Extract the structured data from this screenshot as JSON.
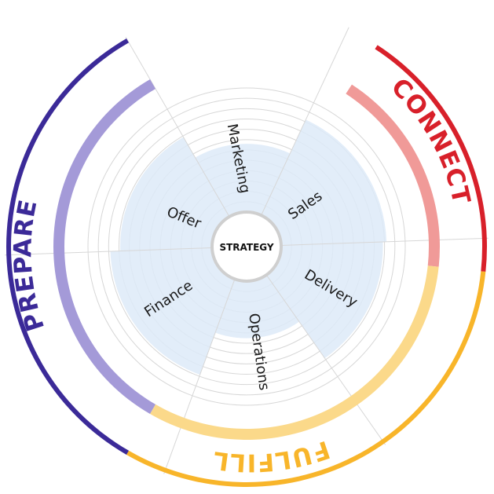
{
  "center": {
    "label": "STRATEGY"
  },
  "phases": [
    {
      "name": "CONNECT",
      "color": "#d8202a",
      "inner_color": "#f09a98",
      "start": 33,
      "end": 96
    },
    {
      "name": "FULFILL",
      "color": "#f8b52a",
      "inner_color": "#fbd98a",
      "start": 96,
      "end": 210
    },
    {
      "name": "PREPARE",
      "color": "#3b2a98",
      "inner_color": "#a49ad8",
      "start": 210,
      "end": 330
    }
  ],
  "segments": [
    {
      "name": "Marketing",
      "start": -30,
      "end": 25,
      "level": 0.55
    },
    {
      "name": "Sales",
      "start": 25,
      "end": 88,
      "level": 0.85
    },
    {
      "name": "Delivery",
      "start": 88,
      "end": 145,
      "level": 0.82
    },
    {
      "name": "Operations",
      "start": 145,
      "end": 200,
      "level": 0.46
    },
    {
      "name": "Finance",
      "start": 200,
      "end": 268,
      "level": 0.82
    },
    {
      "name": "Offer",
      "start": 268,
      "end": 330,
      "level": 0.74
    }
  ],
  "colors": {
    "fill": "#ddeaf8",
    "grid": "#d7d7d7",
    "hub": "#cfcfcf"
  }
}
